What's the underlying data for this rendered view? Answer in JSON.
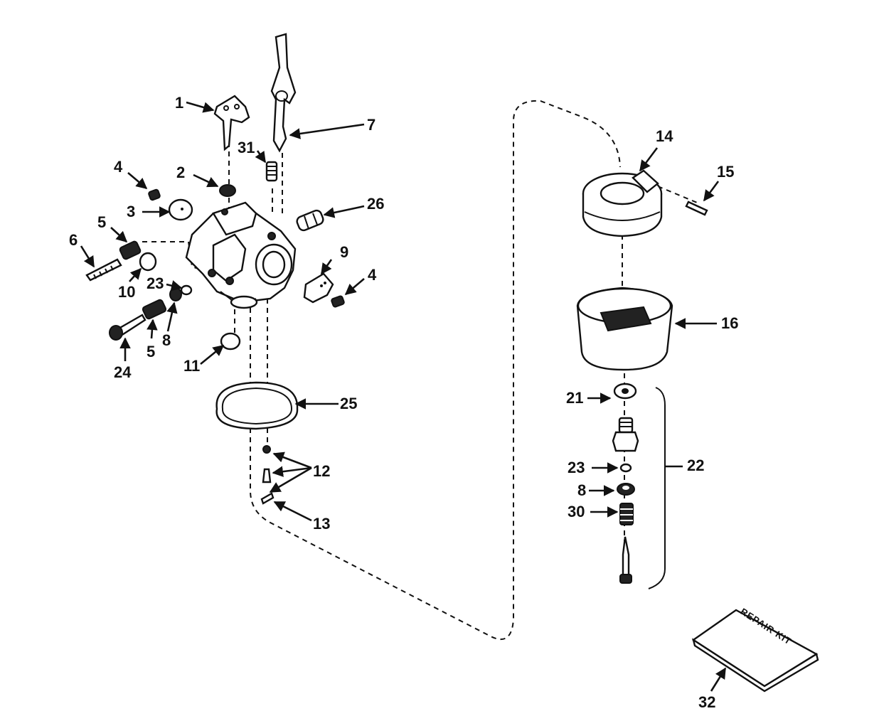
{
  "diagram": {
    "labels": {
      "p1": "1",
      "p2": "2",
      "p3": "3",
      "p4a": "4",
      "p4b": "4",
      "p5a": "5",
      "p5b": "5",
      "p6": "6",
      "p7": "7",
      "p8a": "8",
      "p8b": "8",
      "p9": "9",
      "p10": "10",
      "p11": "11",
      "p12": "12",
      "p13": "13",
      "p14": "14",
      "p15": "15",
      "p16": "16",
      "p21": "21",
      "p22": "22",
      "p23a": "23",
      "p23b": "23",
      "p24": "24",
      "p25": "25",
      "p26": "26",
      "p30": "30",
      "p31": "31",
      "p32": "32"
    },
    "repair_kit_text": "REPAIR KIT"
  }
}
